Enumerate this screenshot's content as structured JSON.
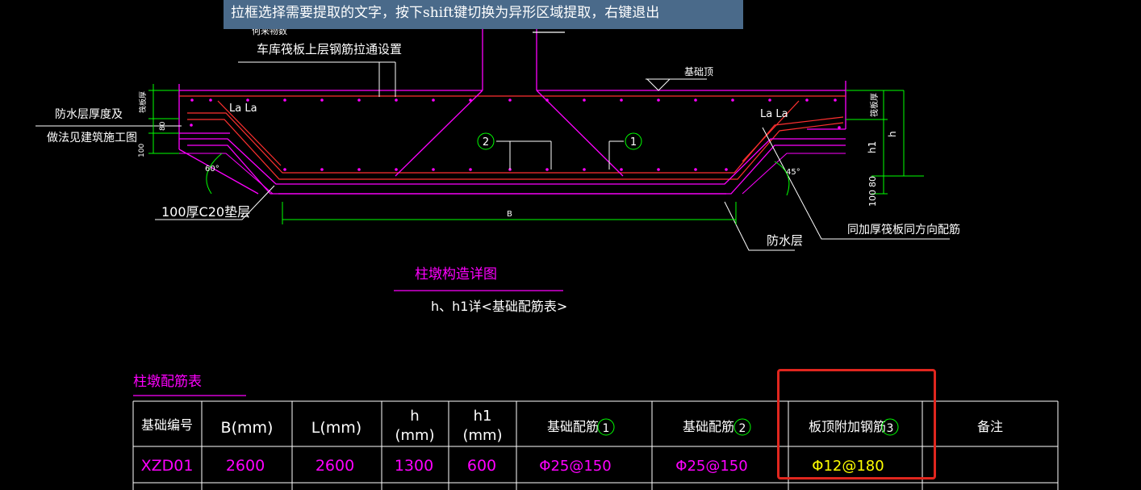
{
  "tooltip": "拉框选择需要提取的文字，按下shift键切换为异形区域提取，右键退出",
  "colors": {
    "background": "#000000",
    "magenta": "#ff00ff",
    "white": "#ffffff",
    "green": "#00ff00",
    "red": "#ff0000",
    "yellow": "#ffff00",
    "selection": "#e0261e",
    "tooltip_bg": "#4a6a8a"
  },
  "drawing": {
    "label_rebar_setting": "车库筏板上层钢筋拉通设置",
    "label_partial_top": "何来物数",
    "label_foundation_top": "基础顶",
    "label_waterproof_thickness_1": "防水层厚度及",
    "label_waterproof_thickness_2": "做法见建筑施工图",
    "dim_left_raft": "筏板厚",
    "dim_left_80": "80",
    "dim_left_100": "100",
    "dim_right_raft": "筏板厚",
    "dim_h": "h",
    "dim_h1": "h1",
    "dim_80": "80",
    "dim_100": "100",
    "la_left": "La La",
    "la_right": "La La",
    "angle_left": "60°",
    "angle_right": "45°",
    "circle_1": "1",
    "circle_2": "2",
    "label_cushion": "100厚C20垫层",
    "dim_b": "B",
    "label_waterproof": "防水层",
    "label_same_direction": "同加厚筏板同方向配筋",
    "title_detail": "柱墩构造详图",
    "subtitle_detail": "h、h1详<基础配筋表>"
  },
  "table": {
    "title": "柱墩配筋表",
    "headers": {
      "id": "基础编号",
      "b": "B(mm)",
      "l": "L(mm)",
      "h_top": "h",
      "h_bot": "(mm)",
      "h1_top": "h1",
      "h1_bot": "(mm)",
      "rebar1": "基础配筋",
      "rebar1_num": "1",
      "rebar2": "基础配筋",
      "rebar2_num": "2",
      "rebar3": "板顶附加钢筋",
      "rebar3_num": "3",
      "note": "备注"
    },
    "rows": [
      {
        "id": "XZD01",
        "b": "2600",
        "l": "2600",
        "h": "1300",
        "h1": "600",
        "rebar1": "Φ25@150",
        "rebar2": "Φ25@150",
        "rebar3": "Φ12@180",
        "note": ""
      }
    ]
  }
}
